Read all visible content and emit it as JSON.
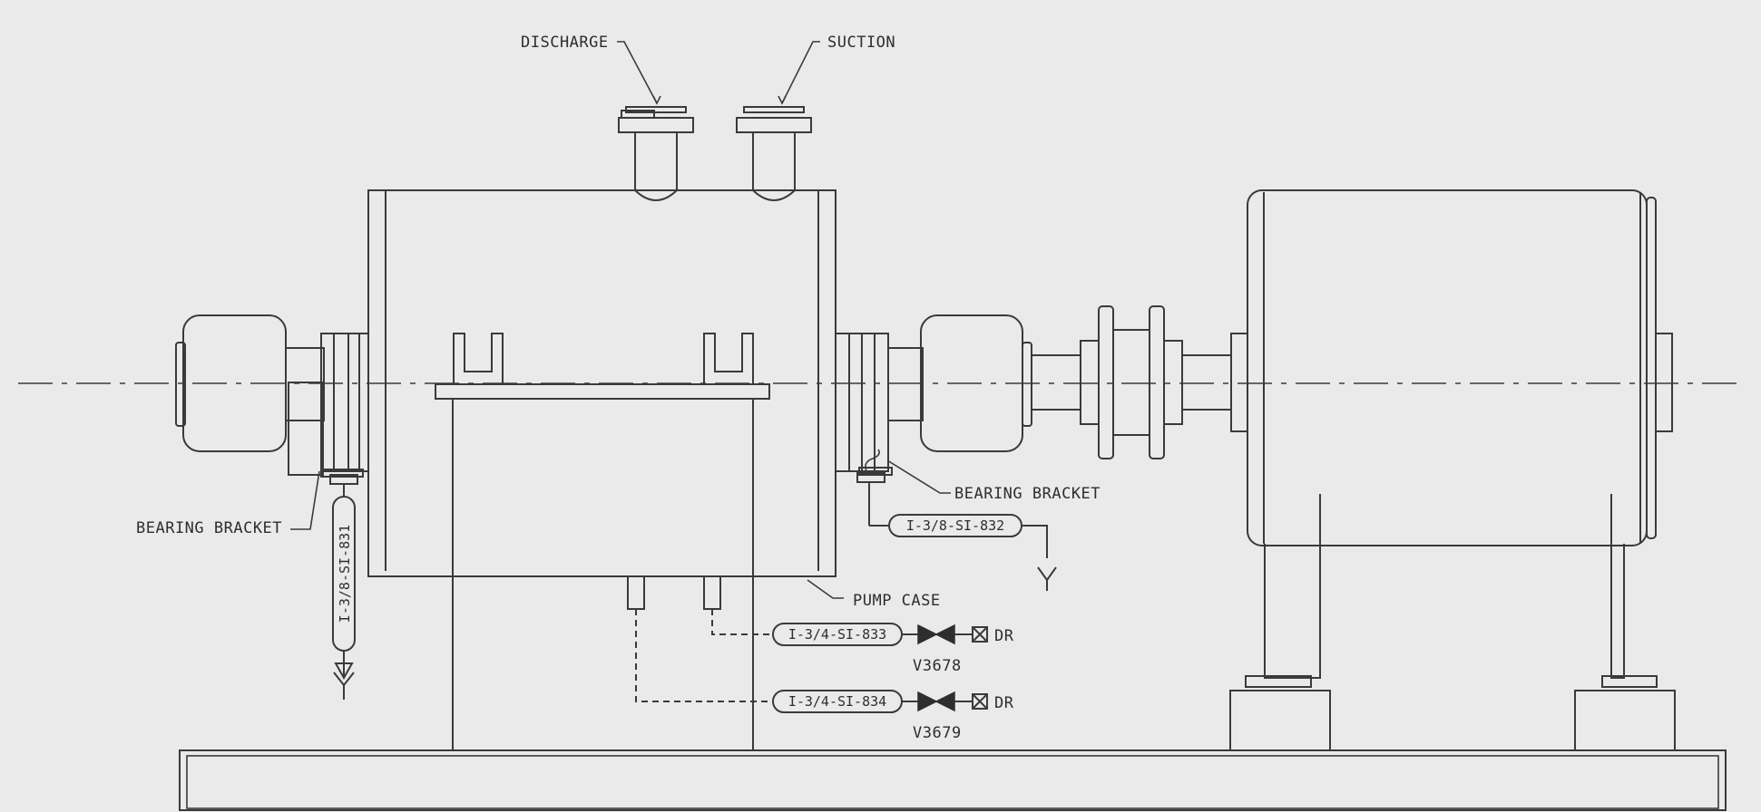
{
  "labels": {
    "discharge": "DISCHARGE",
    "suction": "SUCTION",
    "bearing_bracket_left": "BEARING BRACKET",
    "bearing_bracket_right": "BEARING BRACKET",
    "pump_case": "PUMP CASE"
  },
  "lines": {
    "l831": "I-3/8-SI-831",
    "l832": "I-3/8-SI-832",
    "l833": "I-3/4-SI-833",
    "l834": "I-3/4-SI-834"
  },
  "valves": {
    "v3678": "V3678",
    "v3679": "V3679"
  },
  "drains": {
    "dr1": "DR",
    "dr2": "DR"
  }
}
